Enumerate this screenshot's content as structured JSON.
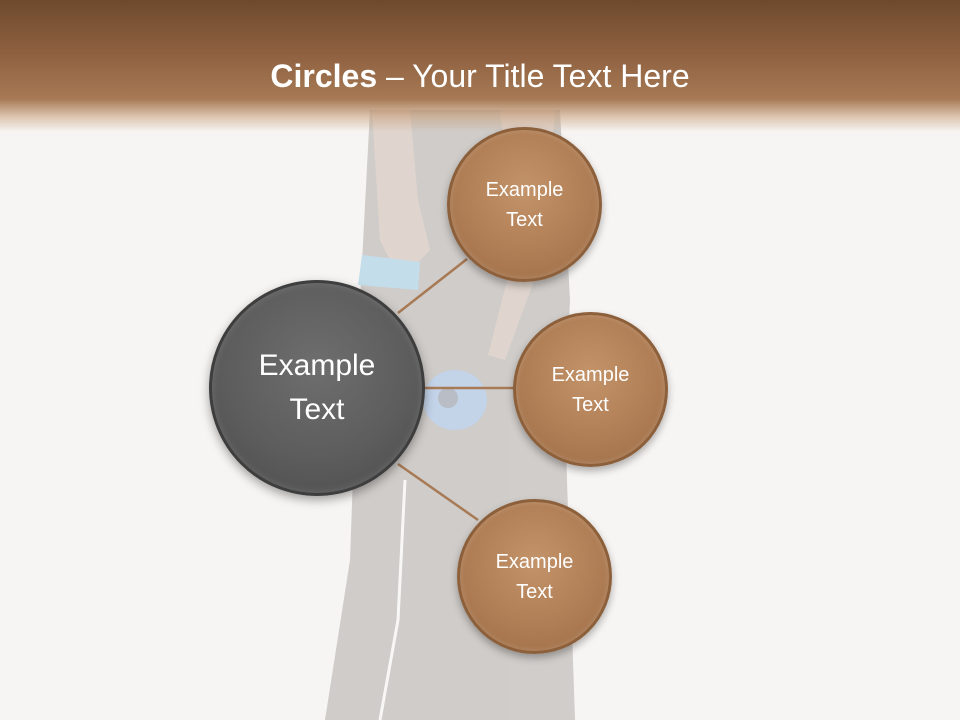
{
  "slide": {
    "title_bold": "Circles",
    "title_rest": " – Your Title Text Here"
  },
  "diagram": {
    "center": {
      "label": "Example\nText"
    },
    "nodes": [
      {
        "label": "Example\nText"
      },
      {
        "label": "Example\nText"
      },
      {
        "label": "Example\nText"
      }
    ]
  },
  "colors": {
    "header": "#8e6040",
    "node_fill": "#b07e55",
    "center_fill": "#5d5d5d",
    "connector": "#a87a55"
  }
}
